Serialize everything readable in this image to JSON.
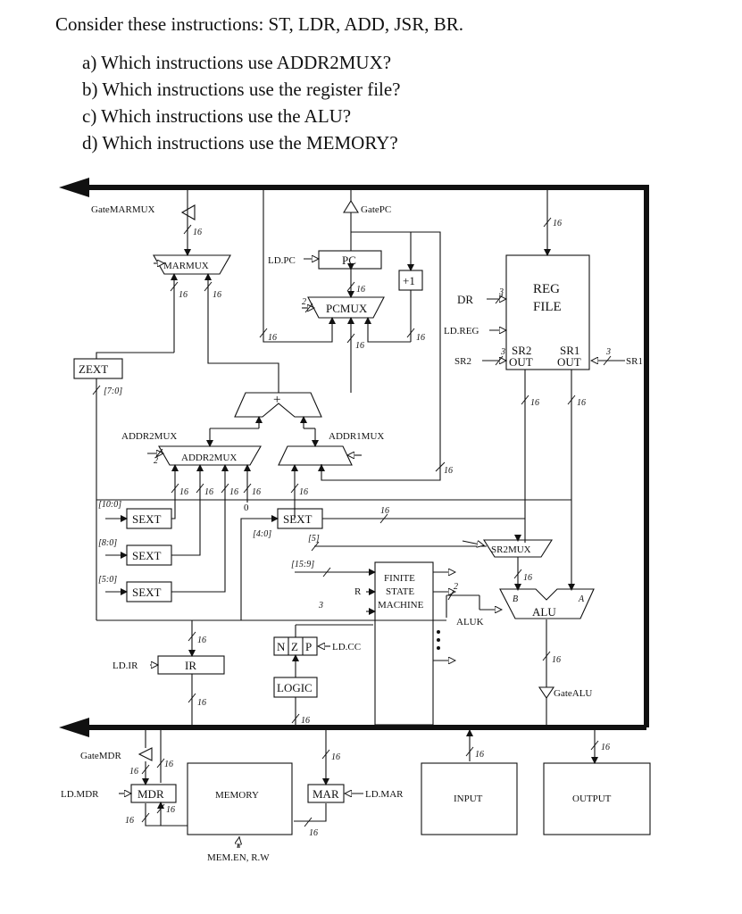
{
  "question": "Consider these instructions: ST, LDR, ADD, JSR, BR.",
  "items": [
    "a) Which instructions use ADDR2MUX?",
    "b) Which instructions use the register file?",
    "c) Which instructions use the ALU?",
    "d) Which instructions use the MEMORY?"
  ],
  "diagram": {
    "gate_marmux": "GateMARMUX",
    "gate_pc": "GatePC",
    "marmux": "MARMUX",
    "ld_pc": "LD.PC",
    "pc": "PC",
    "plus_one": "+1",
    "pcmux": "PCMUX",
    "dr": "DR",
    "reg_file_1": "REG",
    "reg_file_2": "FILE",
    "ld_reg": "LD.REG",
    "sr2_label": "SR2",
    "sr2_out_1": "SR2",
    "sr2_out_2": "OUT",
    "sr1_out_1": "SR1",
    "sr1_out_2": "OUT",
    "sr1_label": "SR1",
    "zext": "ZEXT",
    "bits_7_0": "[7:0]",
    "adder_plus": "+",
    "addr2mux_a": "ADDR2MUX",
    "addr2mux_b": "ADDR2MUX",
    "addr1mux": "ADDR1MUX",
    "bits_10_0": "[10:0]",
    "bits_8_0": "[8:0]",
    "bits_5_0": "[5:0]",
    "bits_4_0": "[4:0]",
    "bits_5": "[5]",
    "bits_15_9": "[15:9]",
    "sext": "SEXT",
    "zero": "0",
    "sr2mux": "SR2MUX",
    "fsm_1": "FINITE",
    "fsm_2": "STATE",
    "fsm_3": "MACHINE",
    "r_label": "R",
    "aluk": "ALUK",
    "alu": "ALU",
    "alu_a": "A",
    "alu_b": "B",
    "ld_ir": "LD.IR",
    "ir": "IR",
    "n": "N",
    "z": "Z",
    "p": "P",
    "ld_cc": "LD.CC",
    "logic": "LOGIC",
    "gate_alu": "GateALU",
    "gate_mdr": "GateMDR",
    "ld_mdr": "LD.MDR",
    "mdr": "MDR",
    "memory": "MEMORY",
    "mar": "MAR",
    "ld_mar": "LD.MAR",
    "input": "INPUT",
    "output": "OUTPUT",
    "mem_en": "MEM.EN, R.W",
    "w16": "16",
    "w3": "3",
    "w2": "2"
  }
}
